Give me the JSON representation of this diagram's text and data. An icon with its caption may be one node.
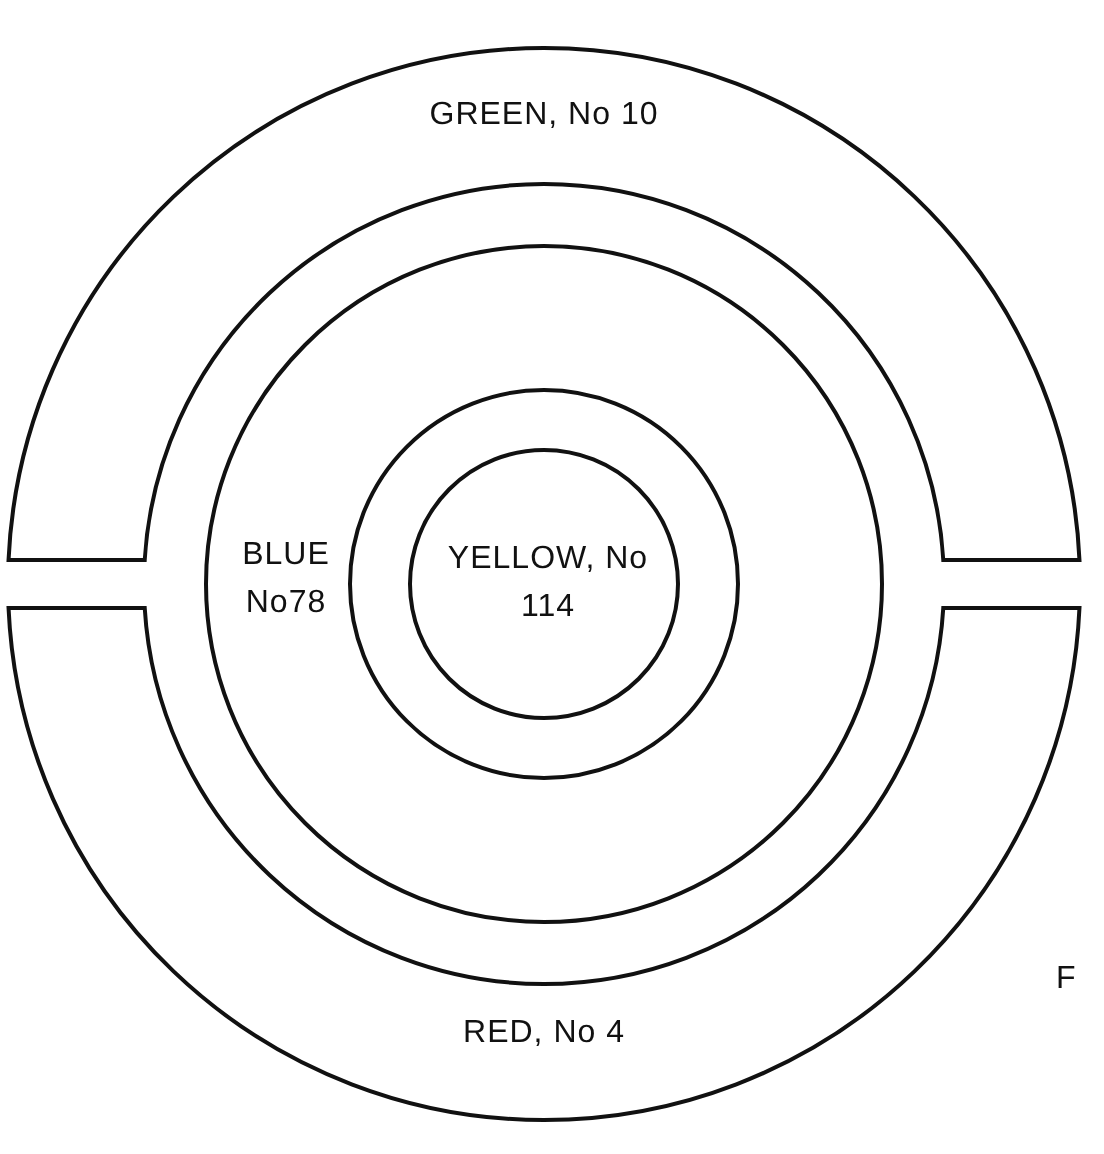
{
  "diagram": {
    "nodes": [
      {
        "text": [
          "GREEN, No 10"
        ]
      },
      {
        "text": [
          "RED, No 4"
        ]
      },
      {
        "text": [
          "BLUE No78"
        ]
      },
      {
        "text": [],
        "shape": "circle",
        "in": 2
      },
      {
        "text": [
          "YELLOW, No 114"
        ],
        "in": 3
      }
    ],
    "labels": [
      "F"
    ]
  }
}
